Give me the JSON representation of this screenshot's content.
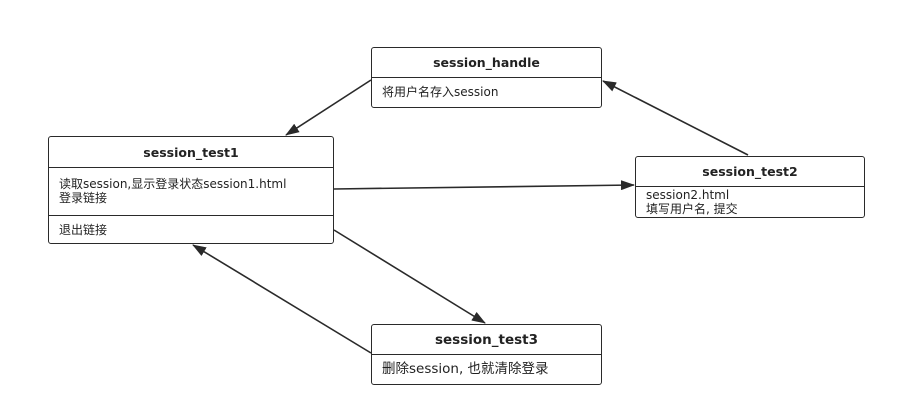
{
  "boxes": {
    "session_handle": {
      "title": "session_handle",
      "line1": "将用户名存入session"
    },
    "session_test1": {
      "title": "session_test1",
      "line1": "读取session,显示登录状态session1.html",
      "line2": "登录链接",
      "line3": "退出链接"
    },
    "session_test2": {
      "title": "session_test2",
      "line1": "session2.html",
      "line2": "填写用户名, 提交"
    },
    "session_test3": {
      "title": "session_test3",
      "line1": "删除session, 也就清除登录"
    }
  },
  "colors": {
    "stroke": "#2a2a2a",
    "background": "#ffffff"
  }
}
